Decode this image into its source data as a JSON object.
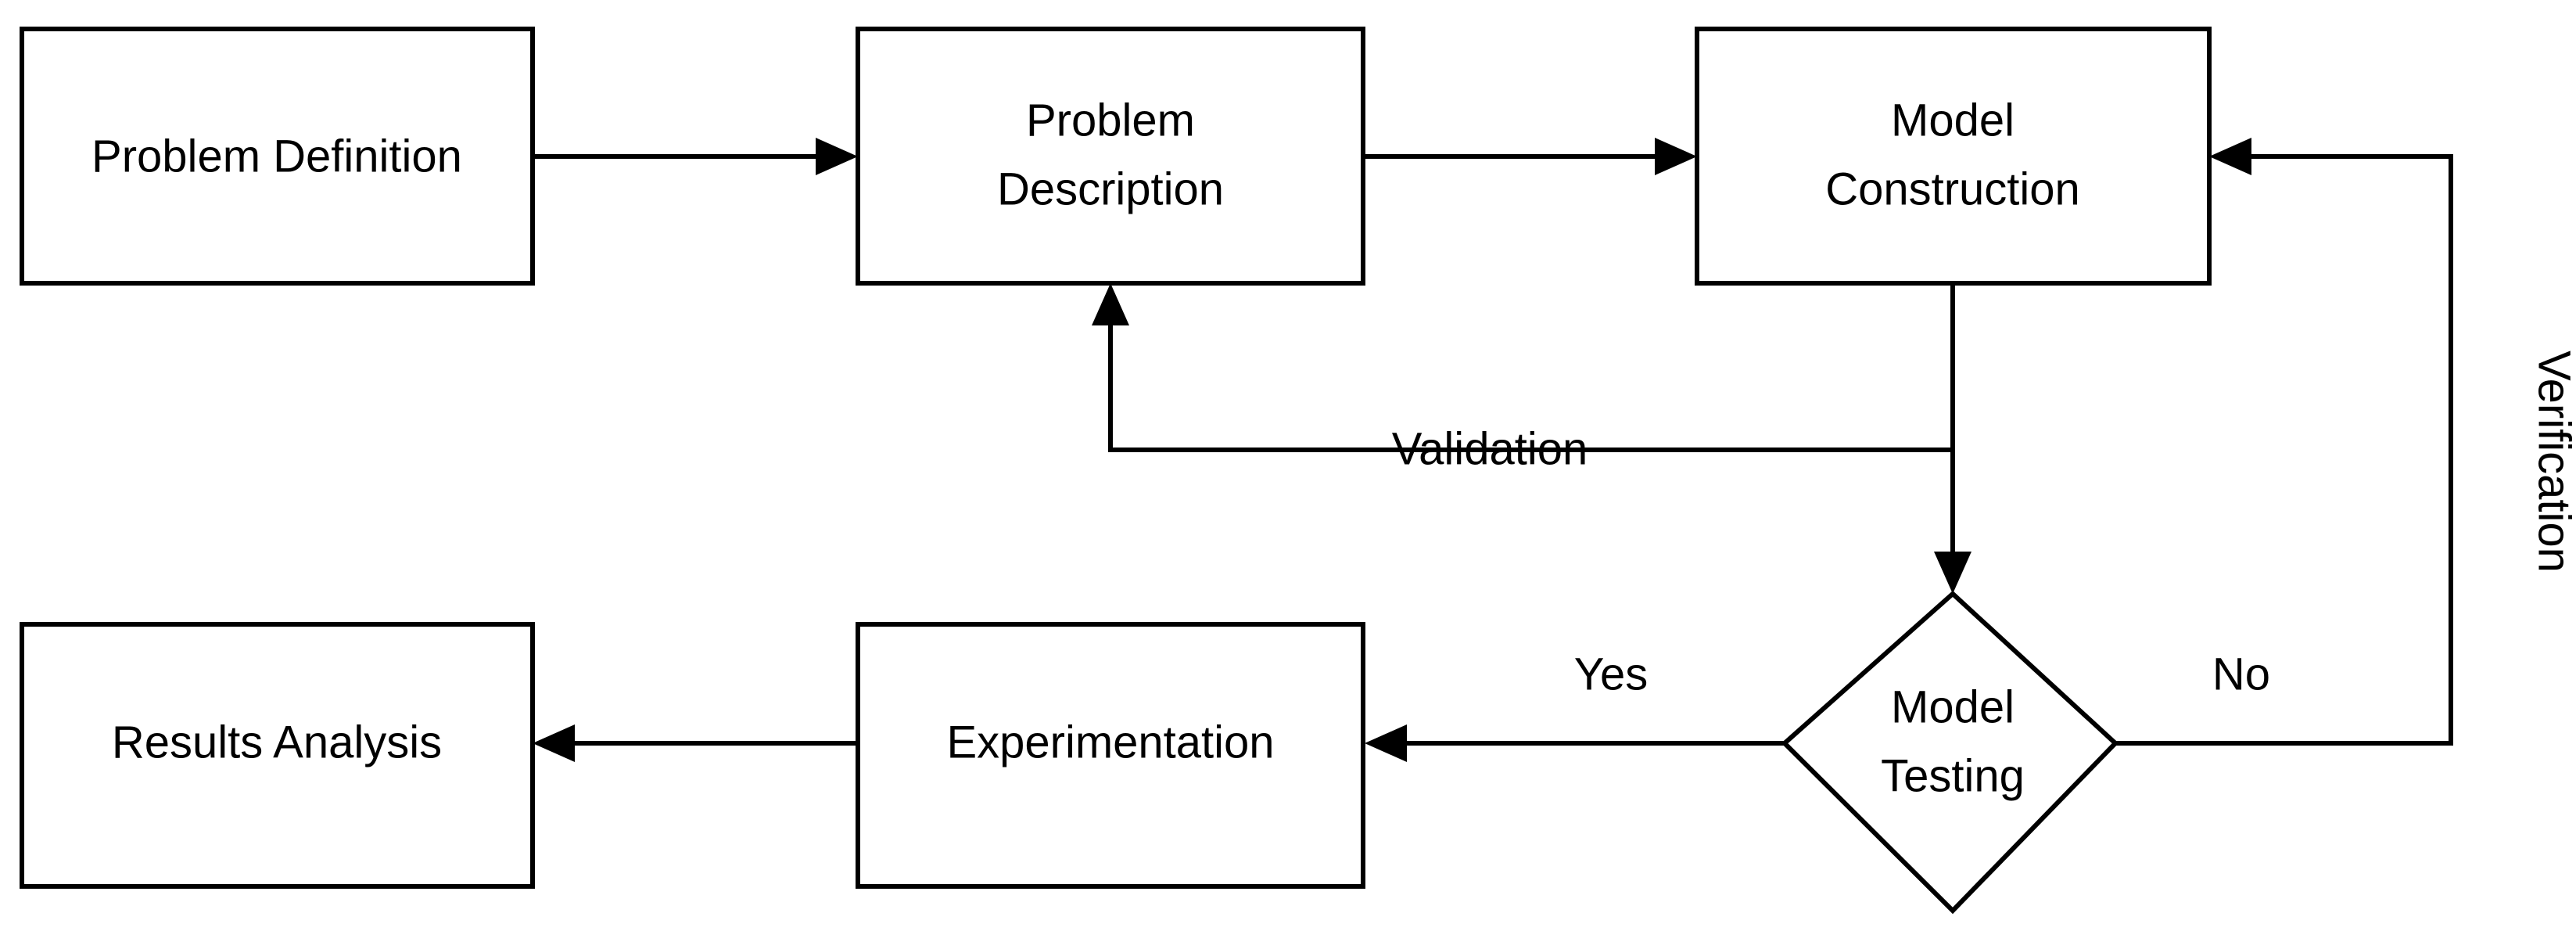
{
  "diagram": {
    "type": "flowchart",
    "title": "",
    "background_color": "#ffffff",
    "stroke_color": "#000000",
    "fill_color": "#ffffff",
    "nodes": [
      {
        "id": "problem_definition",
        "label": "Problem Definition",
        "shape": "rectangle"
      },
      {
        "id": "problem_description",
        "label_line1": "Problem",
        "label_line2": "Description",
        "shape": "rectangle"
      },
      {
        "id": "model_construction",
        "label_line1": "Model",
        "label_line2": "Construction",
        "shape": "rectangle"
      },
      {
        "id": "model_testing",
        "label_line1": "Model",
        "label_line2": "Testing",
        "shape": "diamond"
      },
      {
        "id": "experimentation",
        "label": "Experimentation",
        "shape": "rectangle"
      },
      {
        "id": "results_analysis",
        "label": "Results Analysis",
        "shape": "rectangle"
      }
    ],
    "edges": [
      {
        "from": "problem_definition",
        "to": "problem_description",
        "label": ""
      },
      {
        "from": "problem_description",
        "to": "model_construction",
        "label": ""
      },
      {
        "from": "model_construction",
        "to": "model_testing",
        "label": ""
      },
      {
        "from": "model_construction",
        "to": "problem_description",
        "label": "Validation"
      },
      {
        "from": "model_testing",
        "to": "experimentation",
        "label": "Yes"
      },
      {
        "from": "model_testing",
        "to": "model_construction",
        "label": "No",
        "label2": "Verification"
      },
      {
        "from": "experimentation",
        "to": "results_analysis",
        "label": ""
      }
    ],
    "edge_labels": {
      "validation": "Validation",
      "yes": "Yes",
      "no": "No",
      "verification": "Verification"
    }
  }
}
